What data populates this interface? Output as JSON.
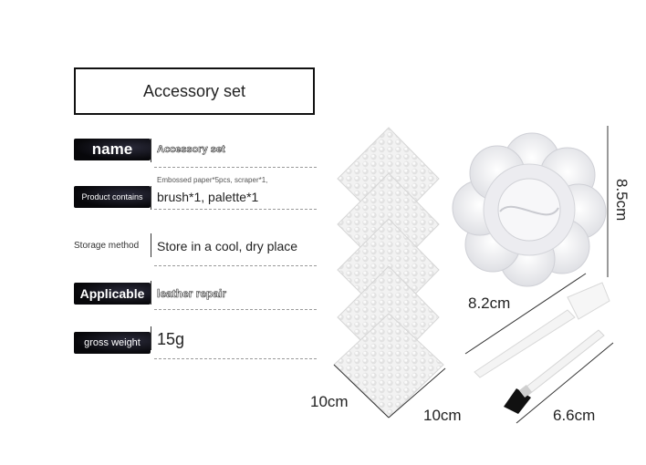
{
  "title": "Accessory set",
  "specs": [
    {
      "label": "name",
      "value": "Accessory set"
    },
    {
      "label": "Product contains",
      "value_line1": "Embossed paper*5pcs, scraper*1,",
      "value_line2": "brush*1, palette*1"
    },
    {
      "label": "Storage method",
      "value": "Store in a cool, dry place"
    },
    {
      "label": "Applicable",
      "value": "leather repair"
    },
    {
      "label": "gross weight",
      "value": "15g"
    }
  ],
  "dimensions": {
    "paper_width": "10cm",
    "paper_height": "10cm",
    "palette_height": "8.5cm",
    "scraper_length": "8.2cm",
    "brush_length": "6.6cm"
  },
  "colors": {
    "label_bg": "#0b0b0f",
    "paper": "#efefef",
    "palette": "#f3f3f5"
  }
}
